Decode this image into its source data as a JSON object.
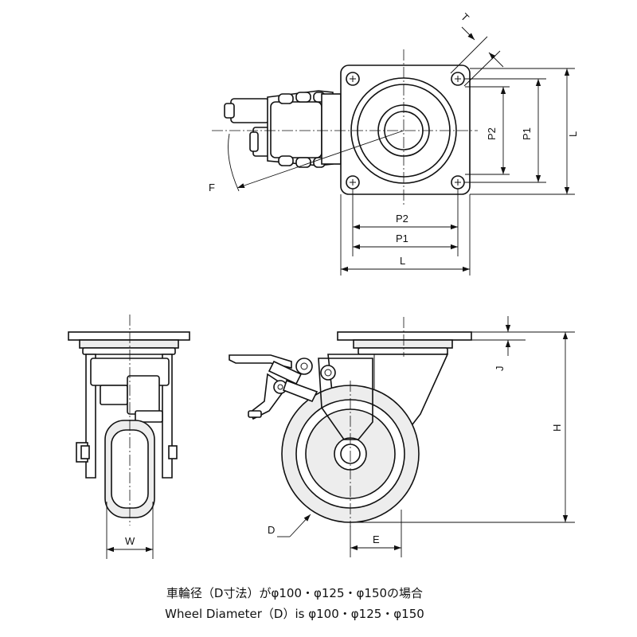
{
  "labels": {
    "F": "F",
    "T": "T",
    "L_right": "L",
    "P1_right": "P1",
    "P2_right": "P2",
    "P2_bottom": "P2",
    "P1_bottom": "P1",
    "L_bottom": "L",
    "J": "J",
    "H": "H",
    "W": "W",
    "D": "D",
    "E": "E"
  },
  "caption": {
    "japanese": "車輪径（D寸法）がφ100・φ125・φ150の場合",
    "english": "Wheel Diameter（D）is φ100・φ125・φ150"
  }
}
